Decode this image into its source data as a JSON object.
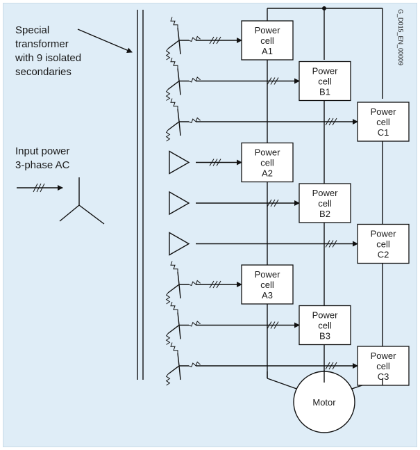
{
  "labels": {
    "transformer_lines": [
      "Special",
      "transformer",
      "with 9 isolated",
      "secondaries"
    ],
    "input_lines": [
      "Input power",
      "3-phase AC"
    ],
    "motor": "Motor",
    "drawing_code": "G_D015_EN_00009"
  },
  "cells": [
    {
      "line1": "Power",
      "line2": "cell",
      "line3": "A1",
      "column": "A",
      "secondary": "star"
    },
    {
      "line1": "Power",
      "line2": "cell",
      "line3": "B1",
      "column": "B",
      "secondary": "star"
    },
    {
      "line1": "Power",
      "line2": "cell",
      "line3": "C1",
      "column": "C",
      "secondary": "star"
    },
    {
      "line1": "Power",
      "line2": "cell",
      "line3": "A2",
      "column": "A",
      "secondary": "delta"
    },
    {
      "line1": "Power",
      "line2": "cell",
      "line3": "B2",
      "column": "B",
      "secondary": "delta"
    },
    {
      "line1": "Power",
      "line2": "cell",
      "line3": "C2",
      "column": "C",
      "secondary": "delta"
    },
    {
      "line1": "Power",
      "line2": "cell",
      "line3": "A3",
      "column": "A",
      "secondary": "star"
    },
    {
      "line1": "Power",
      "line2": "cell",
      "line3": "B3",
      "column": "B",
      "secondary": "star"
    },
    {
      "line1": "Power",
      "line2": "cell",
      "line3": "C3",
      "column": "C",
      "secondary": "star"
    }
  ]
}
